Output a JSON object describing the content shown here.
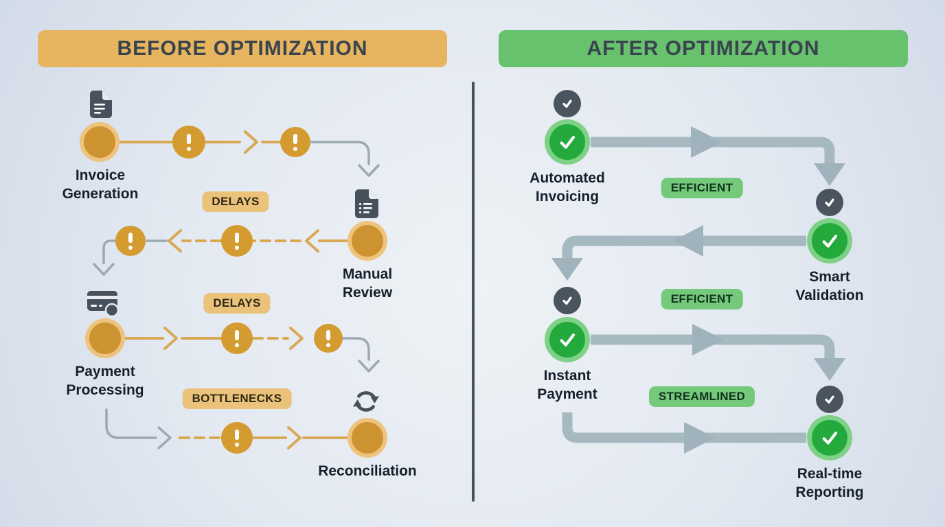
{
  "before": {
    "header": "BEFORE OPTIMIZATION",
    "steps": [
      {
        "label": "Invoice Generation",
        "icon": "document-icon"
      },
      {
        "label": "Manual Review",
        "icon": "invoice-list-icon"
      },
      {
        "label": "Payment Processing",
        "icon": "credit-card-icon"
      },
      {
        "label": "Reconciliation",
        "icon": "sync-icon"
      }
    ],
    "badges": [
      "DELAYS",
      "DELAYS",
      "BOTTLENECKS"
    ],
    "colors": {
      "header_bg": "#E7B45F",
      "node_fill": "#CE9331",
      "node_ring": "#EDC37E",
      "warning_circle": "#D49B31",
      "line": "#D9A855",
      "gray_line": "#9CA8B2",
      "badge_bg": "#EBC27A",
      "icon_color": "#46515C"
    }
  },
  "after": {
    "header": "AFTER OPTIMIZATION",
    "steps": [
      {
        "label": "Automated Invoicing",
        "icon": "check-circle-icon"
      },
      {
        "label": "Smart Validation",
        "icon": "check-circle-icon"
      },
      {
        "label": "Instant Payment",
        "icon": "check-circle-icon"
      },
      {
        "label": "Real-time Reporting",
        "icon": "check-circle-icon"
      }
    ],
    "badges": [
      "EFFICIENT",
      "EFFICIENT",
      "STREAMLINED"
    ],
    "colors": {
      "header_bg": "#67C16D",
      "node_fill": "#23A93C",
      "node_ring": "#7ED186",
      "arrow": "#A6B8C0",
      "check_circle": "#4A545E",
      "badge_bg": "#74C97B"
    }
  },
  "divider_color": "#46525E"
}
